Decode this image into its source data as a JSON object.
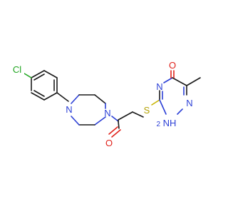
{
  "molecule": {
    "atoms": {
      "chlorine": "Cl",
      "piperazine_n_aryl": "N",
      "piperazine_n_amide": "N",
      "carbonyl_o": "O",
      "thioether_s": "S",
      "triazine_n4": "N",
      "triazine_n1": "N",
      "triazine_nh": "NH",
      "triazine_nh_sub": "2",
      "ketone_o": "O"
    },
    "colors": {
      "carbon_bond": "#1a1a1a",
      "nitrogen": "#2b3fd6",
      "oxygen": "#e0221b",
      "sulfur": "#b3a000",
      "chlorine": "#1fa51f"
    }
  }
}
